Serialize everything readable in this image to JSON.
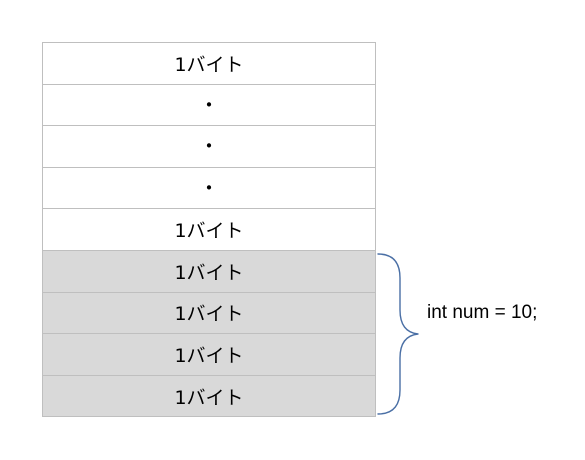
{
  "cells": [
    {
      "label": "1バイト",
      "highlighted": false
    },
    {
      "label": "・",
      "highlighted": false
    },
    {
      "label": "・",
      "highlighted": false
    },
    {
      "label": "・",
      "highlighted": false
    },
    {
      "label": "1バイト",
      "highlighted": false
    },
    {
      "label": "1バイト",
      "highlighted": true
    },
    {
      "label": "1バイト",
      "highlighted": true
    },
    {
      "label": "1バイト",
      "highlighted": true
    },
    {
      "label": "1バイト",
      "highlighted": true
    }
  ],
  "annotation": {
    "code": "int num = 10;"
  },
  "colors": {
    "highlight": "#d9d9d9",
    "border": "#bfbfbf",
    "brace": "#4a6fa5"
  }
}
